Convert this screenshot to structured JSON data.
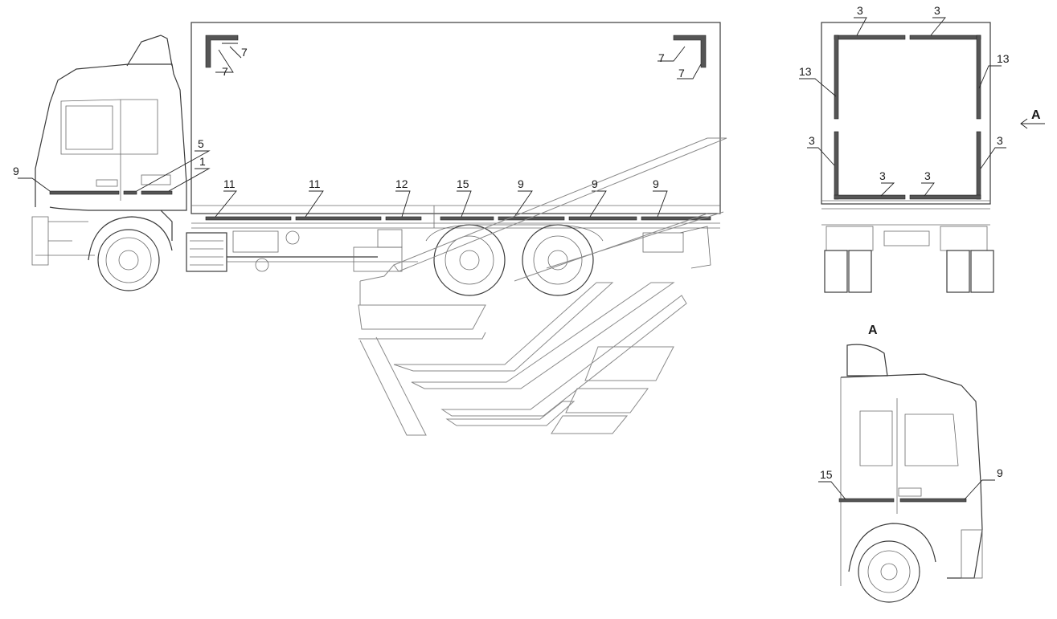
{
  "labels": {
    "side_top_left_a": "7",
    "side_top_left_b": "7",
    "side_top_right_a": "7",
    "side_top_right_b": "7",
    "cab_side_9": "9",
    "cab_side_5": "5",
    "cab_side_1": "1",
    "body_11_a": "11",
    "body_11_b": "11",
    "body_12": "12",
    "body_15": "15",
    "body_9_a": "9",
    "body_9_b": "9",
    "body_9_c": "9",
    "rear_3_top_left": "3",
    "rear_3_top_right": "3",
    "rear_13_left": "13",
    "rear_13_right": "13",
    "rear_3_mid_left": "3",
    "rear_3_mid_right": "3",
    "rear_3_bottom_left": "3",
    "rear_3_bottom_right": "3",
    "view_arrow": "A",
    "view_title": "A",
    "front_15": "15",
    "front_9": "9"
  },
  "colors": {
    "line": "#3a3a3a",
    "tape": "#555555",
    "background": "#ffffff"
  }
}
